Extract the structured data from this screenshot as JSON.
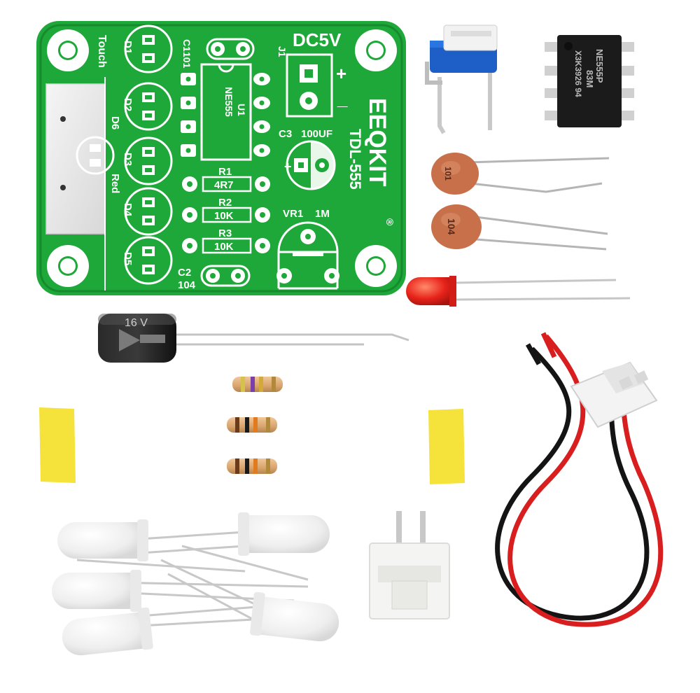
{
  "pcb": {
    "power_label": "DC5V",
    "touch_label": "Touch",
    "plus_sign": "+",
    "minus_sign": "_",
    "brand": "EEQKIT",
    "registered": "®",
    "model": "TDL-555",
    "u1_label": "U1",
    "u1_part": "NE555",
    "j1_label": "J1",
    "c1_label": "C1",
    "c1_value": "101",
    "c2_label": "C2",
    "c2_value": "104",
    "c3_label": "C3",
    "c3_value": "100UF",
    "r1_label": "R1",
    "r1_value": "4R7",
    "r2_label": "R2",
    "r2_value": "10K",
    "r3_label": "R3",
    "r3_value": "10K",
    "vr1_label": "VR1",
    "vr1_value": "1M",
    "d1": "D1",
    "d2": "D2",
    "d3": "D3",
    "d4": "D4",
    "d5": "D5",
    "d6": "D6",
    "d6_color": "Red"
  },
  "components": {
    "chip_marking_1": "NE555P",
    "chip_marking_2": "83M",
    "chip_marking_3": "X3K3926 94",
    "ceramic_cap_1": "101",
    "ceramic_cap_2": "104",
    "electrolytic_rating": "16 V"
  },
  "colors": {
    "pcb_green": "#1fa83a",
    "pcb_dark_green": "#168a2c",
    "silkscreen": "#ffffff",
    "wire_red": "#d81e1e",
    "wire_black": "#141414",
    "led_red": "#e8231a",
    "tape_yellow": "#f5e23a",
    "cap_orange": "#c8704a"
  }
}
